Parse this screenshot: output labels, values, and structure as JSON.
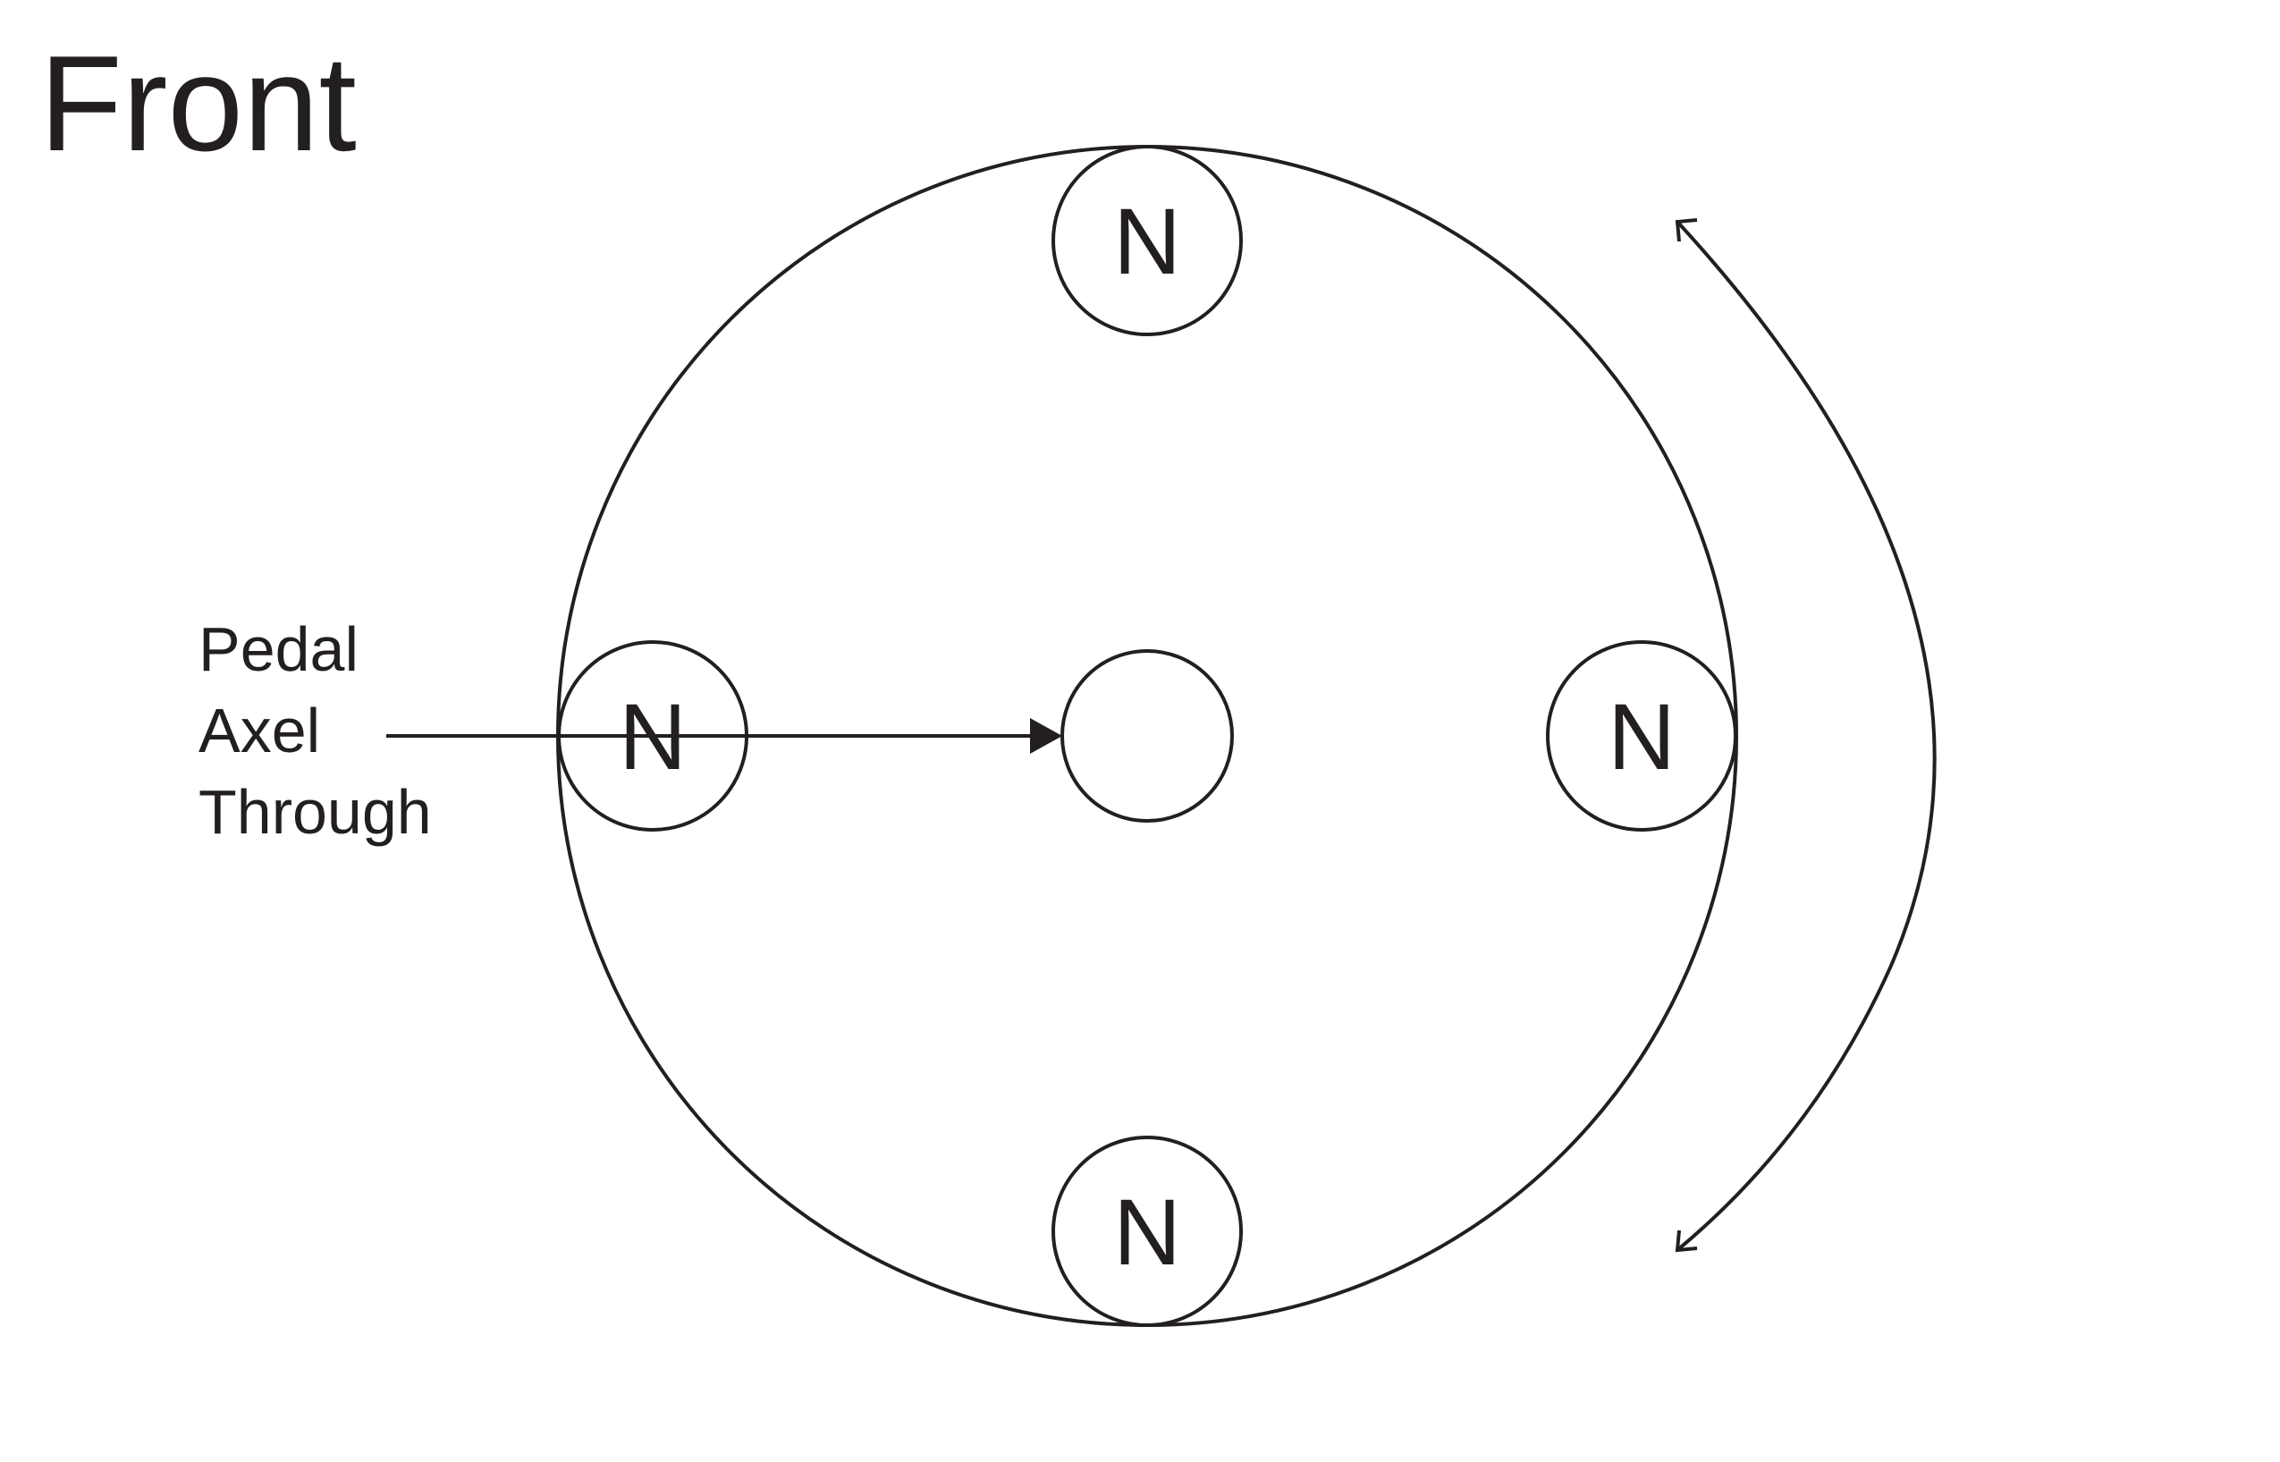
{
  "diagram": {
    "title": "Front",
    "pole_label": "N",
    "axle_label": {
      "lines": [
        "Pedal",
        "Axel",
        "Through"
      ]
    },
    "colors": {
      "stroke": "#231f20",
      "text": "#231f20",
      "background": "#ffffff"
    },
    "magnets": [
      {
        "name": "magnet-top",
        "label": "N"
      },
      {
        "name": "magnet-left",
        "label": "N"
      },
      {
        "name": "magnet-right",
        "label": "N"
      },
      {
        "name": "magnet-bottom",
        "label": "N"
      }
    ]
  }
}
